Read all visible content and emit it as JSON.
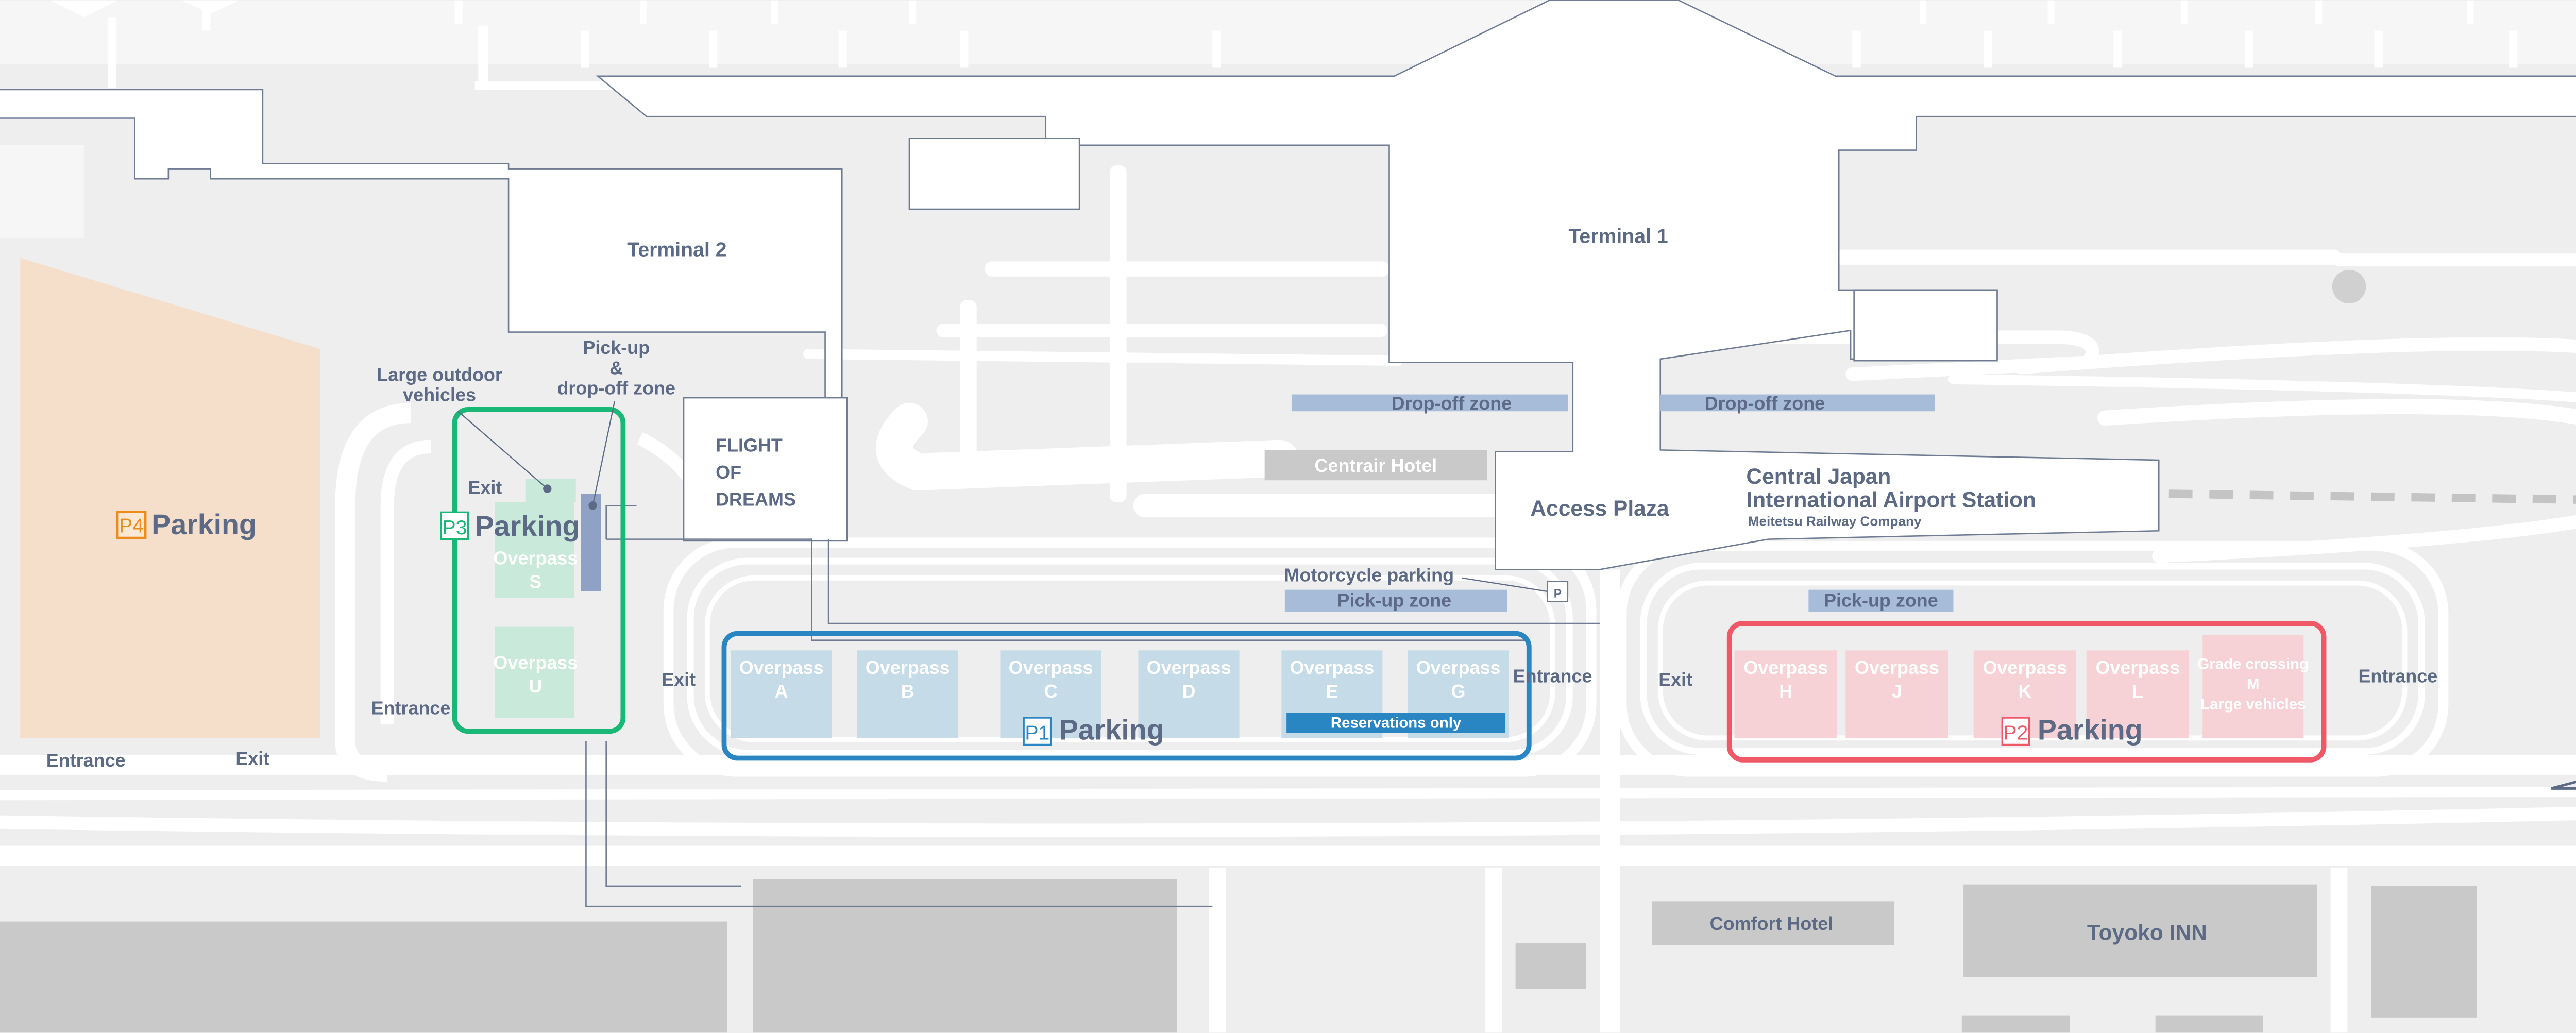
{
  "colors": {
    "p1": "#2a86c2",
    "p2": "#ef5866",
    "p3": "#19b877",
    "p4": "#ec8c1c",
    "text": "#5d6a86",
    "road": "#ffffff",
    "ground": "#eeeeee"
  },
  "buildings": {
    "terminal1": "Terminal 1",
    "terminal2": "Terminal 2",
    "flight_of_dreams": [
      "FLIGHT",
      "OF",
      "DREAMS"
    ],
    "access_plaza": "Access Plaza",
    "station": {
      "line1": "Central Japan",
      "line2": "International Airport Station",
      "operator": "Meitetsu Railway Company"
    },
    "centrair_hotel": "Centrair Hotel",
    "comfort_hotel": "Comfort Hotel",
    "toyoko_inn": "Toyoko INN"
  },
  "zones": {
    "dropoff": "Drop-off zone",
    "pickup": "Pick-up zone",
    "motorcycle": "Motorcycle parking",
    "pickup_dropoff": [
      "Pick-up",
      "&",
      "drop-off zone"
    ],
    "large_outdoor": [
      "Large outdoor",
      "vehicles"
    ],
    "p_mark": "P"
  },
  "parking": {
    "word": "Parking",
    "p1": "P1",
    "p2": "P2",
    "p3": "P3",
    "p4": "P4",
    "reservations": "Reservations only"
  },
  "overpasses": {
    "word": "Overpass",
    "p1": [
      "A",
      "B",
      "C",
      "D",
      "E",
      "G"
    ],
    "p2": [
      "H",
      "J",
      "K",
      "L"
    ],
    "p3": [
      "S",
      "U"
    ],
    "grade_crossing": [
      "Grade crossing",
      "M",
      "Large vehicles"
    ]
  },
  "signs": {
    "entrance": "Entrance",
    "exit": "Exit"
  }
}
